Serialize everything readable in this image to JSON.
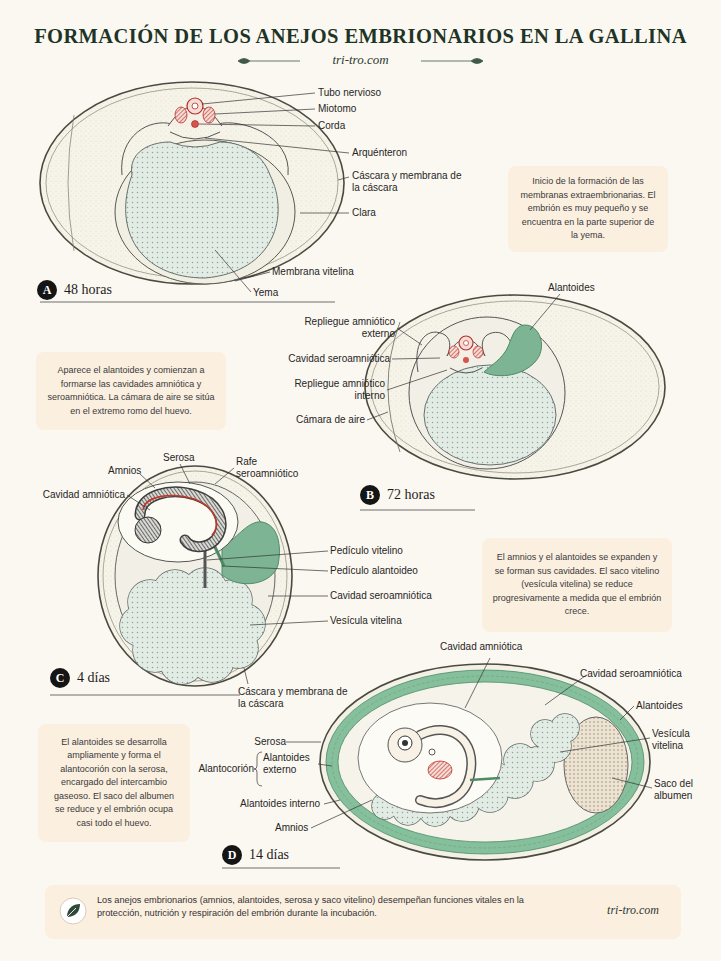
{
  "diagram": {
    "title": "FORMACIÓN DE LOS ANEJOS EMBRIONARIOS EN LA GALLINA",
    "nodes": [
      {
        "text": [
          "Inicio de la formación de las membranas extraembrionarias. El embrión es muy pequeño y se encuentra en la parte superior de la yema."
        ]
      },
      {
        "text": [
          "A",
          "48 horas"
        ]
      },
      {
        "text": [
          "Aparece el alantoides y comienzan a formarse las cavidades amniótica y seroamniótica. La cámara de aire se sitúa en el extremo romo del huevo."
        ]
      },
      {
        "text": [
          "B",
          "72 horas"
        ]
      },
      {
        "text": [
          "El amnios y el alantoides se expanden y se forman sus cavidades. El saco vitelino (vesícula vitelina) se reduce progresivamente a medida que el embrión crece."
        ]
      },
      {
        "text": [
          "C",
          "4 días"
        ]
      },
      {
        "text": [
          "El alantoides se desarrolla ampliamente y forma el alantocorión con la serosa, encargado del intercambio gaseoso. El saco del albumen se reduce y el embrión ocupa casi todo el huevo."
        ]
      },
      {
        "text": [
          "D",
          "14 días"
        ]
      },
      {
        "text": [
          "Los anejos embrionarios (amnios, alantoides, serosa y saco vitelino) desempeñan funciones vitales en la protección, nutrición y respiración del embrión durante la incubación.",
          "tri-tro.com"
        ]
      }
    ],
    "labels": [
      "tri-tro.com",
      "Tubo nervioso",
      "Miotomo",
      "Corda",
      "Arquénteron",
      "Cáscara y membrana de la cáscara",
      "Clara",
      "Membrana vitelina",
      "Yema",
      "Alantoides",
      "Repliegue amniótico externo",
      "Cavidad seroamniótica",
      "Repliegue amniótico interno",
      "Cámara de aire",
      "Serosa",
      "Amnios",
      "Rafe seroamniótico",
      "Cavidad amniótica",
      "Pedículo vitelino",
      "Pedículo alantoideo",
      "Cavidad seroamniótica",
      "Vesícula vitelina",
      "Cáscara y membrana de la cáscara",
      "Cavidad amniótica",
      "Cavidad seroamniótica",
      "Alantoides",
      "Vesícula vitelina",
      "Saco del albumen",
      "Serosa",
      "Alantocorión",
      "Alantoides externo",
      "Alantoides interno",
      "Amnios"
    ]
  }
}
